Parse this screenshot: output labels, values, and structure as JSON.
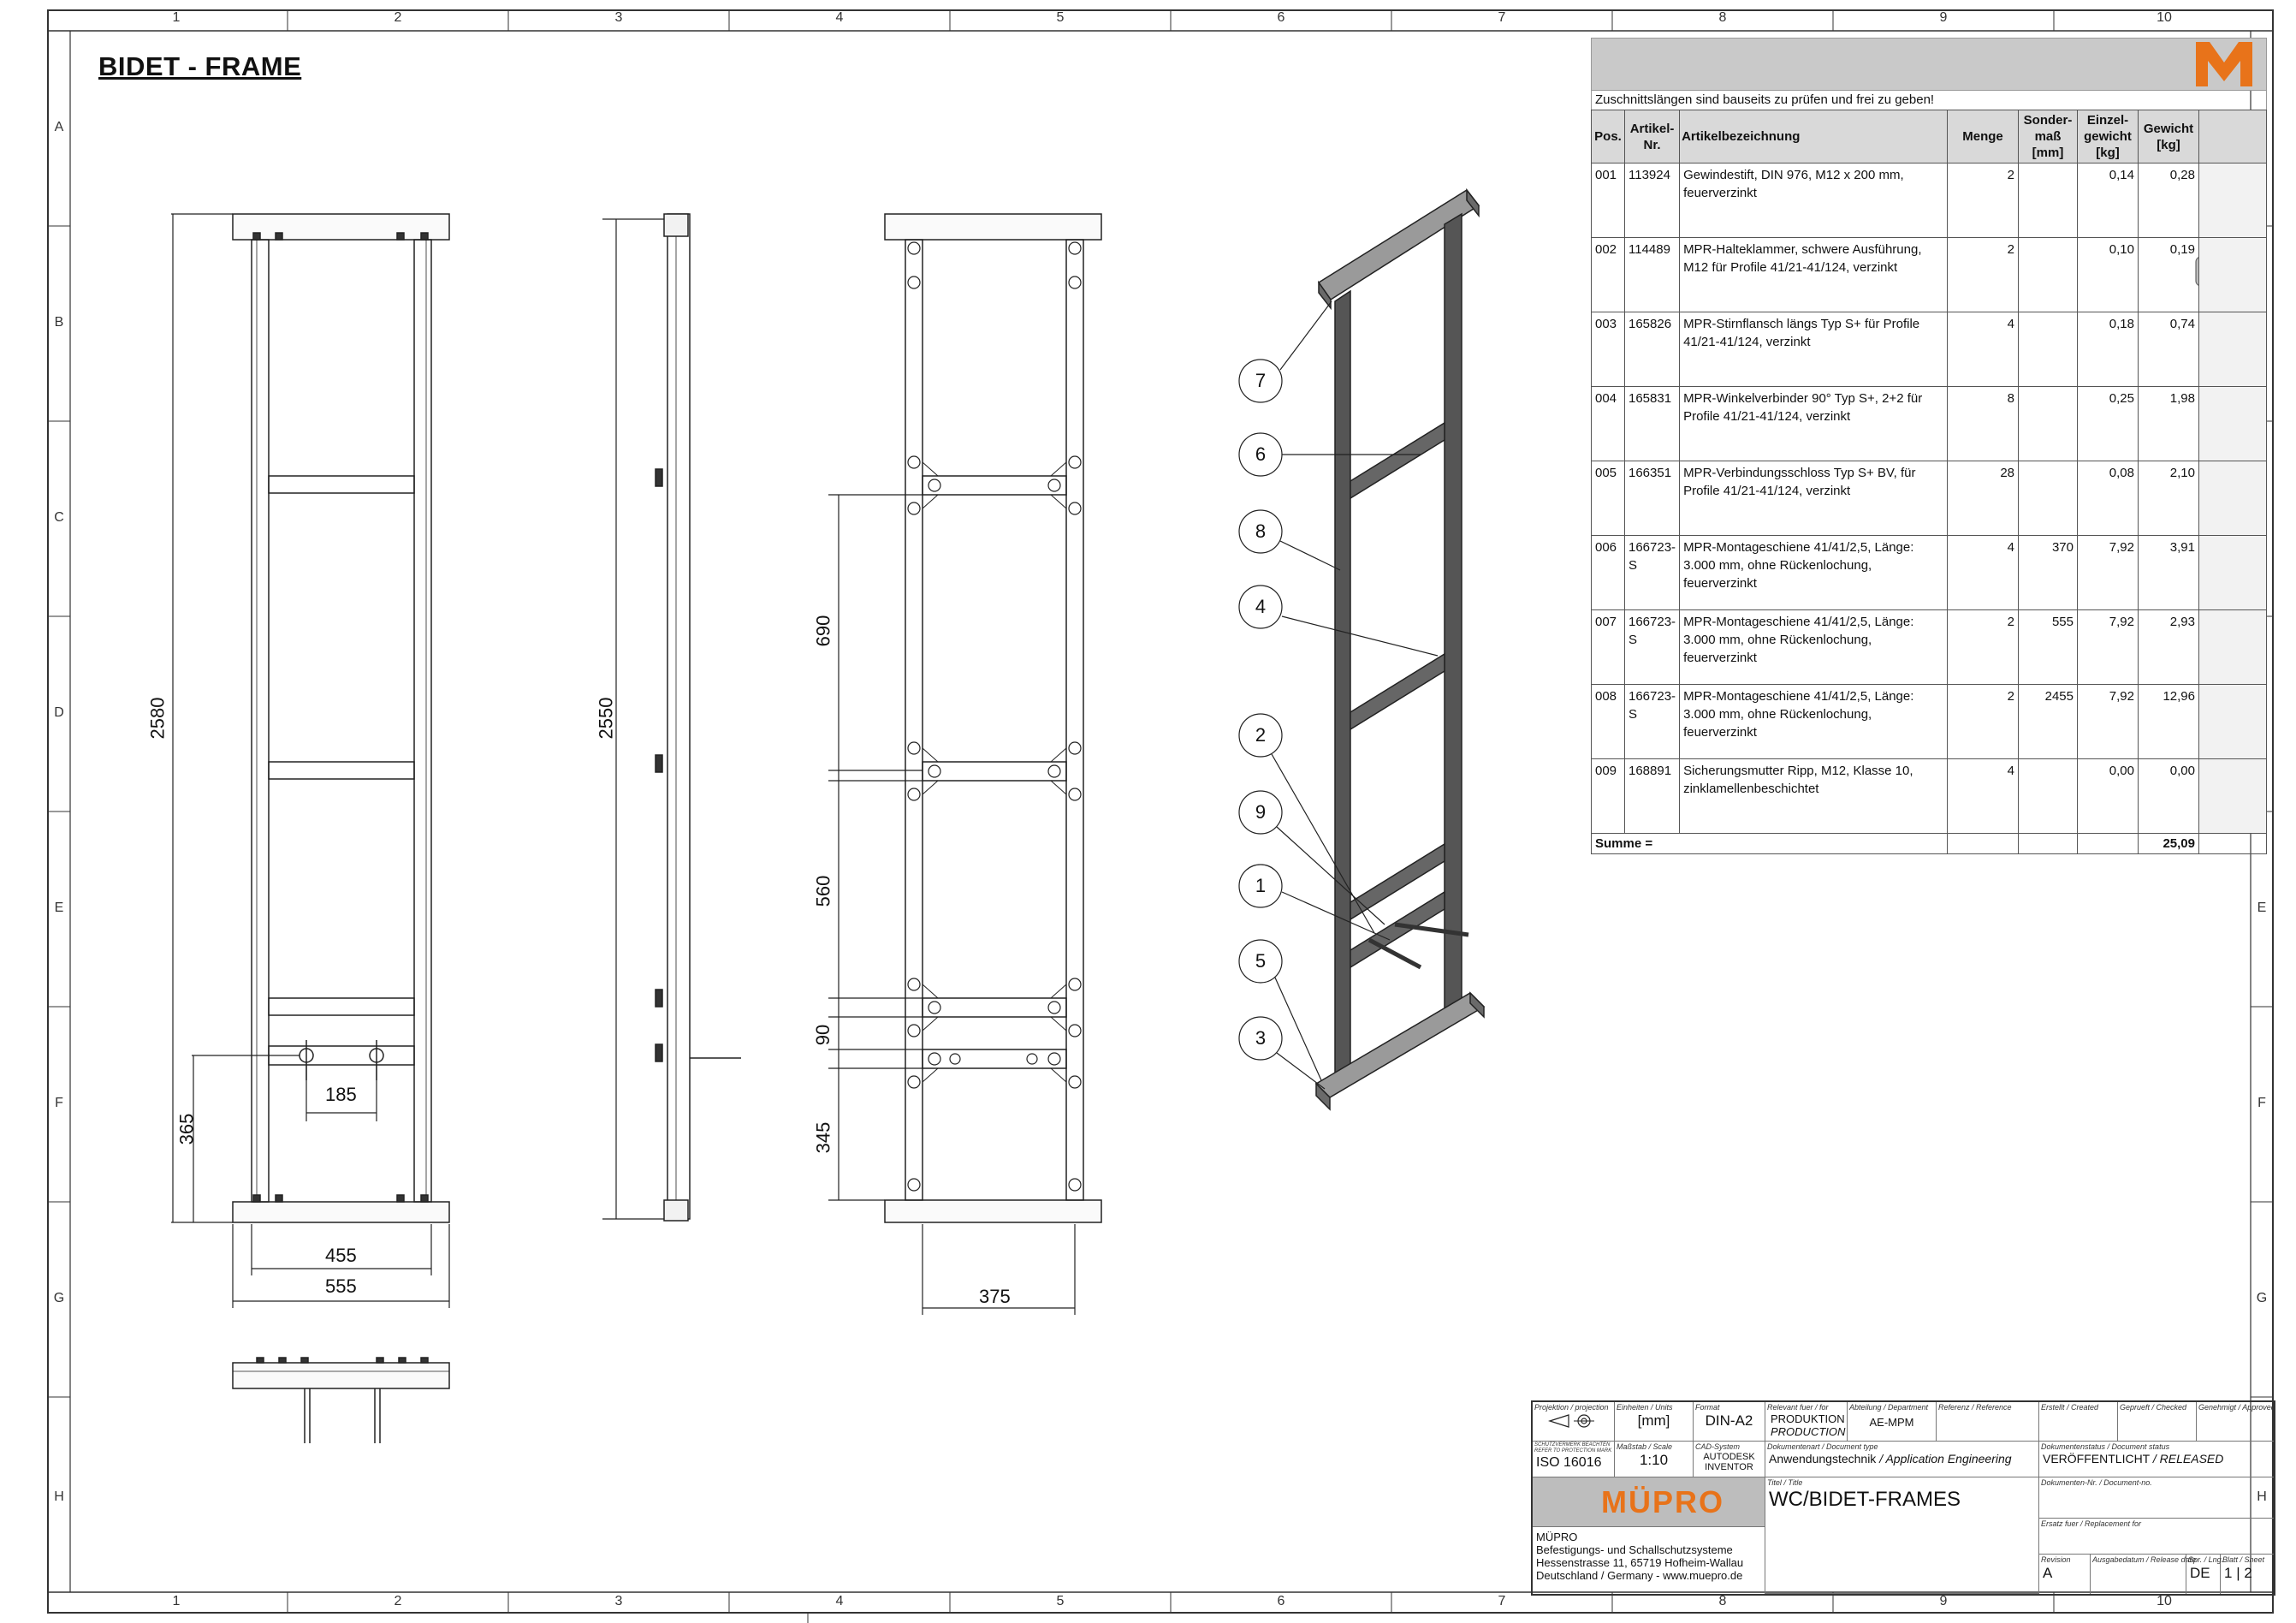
{
  "drawing_title": "BIDET - FRAME",
  "grid": {
    "columns": [
      "1",
      "2",
      "3",
      "4",
      "5",
      "6",
      "7",
      "8",
      "9",
      "10"
    ],
    "rows": [
      "A",
      "B",
      "C",
      "D",
      "E",
      "F",
      "G",
      "H"
    ]
  },
  "dimensions": {
    "front_height": "2580",
    "front_bottom": "365",
    "front_bolt_spacing": "185",
    "front_width_inner": "455",
    "front_width_outer": "555",
    "side_height": "2550",
    "rear_690": "690",
    "rear_560": "560",
    "rear_90": "90",
    "rear_345": "345",
    "rear_width": "375"
  },
  "balloons": [
    "7",
    "6",
    "8",
    "4",
    "2",
    "9",
    "1",
    "5",
    "3"
  ],
  "bom": {
    "note": "Zuschnittslängen sind bauseits zu prüfen und frei zu geben!",
    "headers": [
      "Pos.",
      "Artikel-Nr.",
      "Artikelbezeichnung",
      "Menge",
      "Sonder-maß [mm]",
      "Einzel-gewicht [kg]",
      "Gewicht [kg]",
      ""
    ],
    "rows": [
      {
        "pos": "001",
        "art": "113924",
        "desc": "Gewindestift, DIN 976, M12 x 200 mm, feuerverzinkt",
        "qty": "2",
        "special": "",
        "unit": "0,14",
        "weight": "0,28"
      },
      {
        "pos": "002",
        "art": "114489",
        "desc": "MPR-Halteklammer, schwere Ausführung, M12 für Profile 41/21-41/124, verzinkt",
        "qty": "2",
        "special": "",
        "unit": "0,10",
        "weight": "0,19"
      },
      {
        "pos": "003",
        "art": "165826",
        "desc": "MPR-Stirnflansch längs Typ S+ für Profile 41/21-41/124, verzinkt",
        "qty": "4",
        "special": "",
        "unit": "0,18",
        "weight": "0,74"
      },
      {
        "pos": "004",
        "art": "165831",
        "desc": "MPR-Winkelverbinder 90° Typ S+, 2+2 für Profile 41/21-41/124, verzinkt",
        "qty": "8",
        "special": "",
        "unit": "0,25",
        "weight": "1,98"
      },
      {
        "pos": "005",
        "art": "166351",
        "desc": "MPR-Verbindungsschloss Typ S+ BV, für Profile 41/21-41/124, verzinkt",
        "qty": "28",
        "special": "",
        "unit": "0,08",
        "weight": "2,10"
      },
      {
        "pos": "006",
        "art": "166723-S",
        "desc": "MPR-Montageschiene 41/41/2,5, Länge: 3.000 mm, ohne Rückenlochung, feuerverzinkt",
        "qty": "4",
        "special": "370",
        "unit": "7,92",
        "weight": "3,91"
      },
      {
        "pos": "007",
        "art": "166723-S",
        "desc": "MPR-Montageschiene 41/41/2,5, Länge: 3.000 mm, ohne Rückenlochung, feuerverzinkt",
        "qty": "2",
        "special": "555",
        "unit": "7,92",
        "weight": "2,93"
      },
      {
        "pos": "008",
        "art": "166723-S",
        "desc": "MPR-Montageschiene 41/41/2,5, Länge: 3.000 mm, ohne Rückenlochung, feuerverzinkt",
        "qty": "2",
        "special": "2455",
        "unit": "7,92",
        "weight": "12,96"
      },
      {
        "pos": "009",
        "art": "168891",
        "desc": "Sicherungsmutter Ripp, M12, Klasse 10, zinklamellenbeschichtet",
        "qty": "4",
        "special": "",
        "unit": "0,00",
        "weight": "0,00"
      }
    ],
    "sum_label": "Summe =",
    "sum_value": "25,09",
    "logo_letter": "M"
  },
  "title_block": {
    "projection_label": "Projektion / projection",
    "units_label": "Einheiten / Units",
    "units_value": "[mm]",
    "format_label": "Format",
    "format_value": "DIN-A2",
    "relevant_label": "Relevant fuer / for",
    "relevant_value": "PRODUKTION",
    "relevant_value_en": "PRODUCTION",
    "department_label": "Abteilung / Department",
    "department_value": "AE-MPM",
    "reference_label": "Referenz / Reference",
    "created_label": "Erstellt / Created",
    "checked_label": "Geprueft / Checked",
    "approved_label": "Genehmigt / Approved",
    "protection_label": "SCHUTZVERMERK BEACHTEN REFER TO PROTECTION MARK",
    "protection_value": "ISO 16016",
    "scale_label": "Maßstab / Scale",
    "scale_value": "1:10",
    "cad_label": "CAD-System",
    "cad_value_1": "AUTODESK",
    "cad_value_2": "INVENTOR",
    "doctype_label": "Dokumentenart / Document type",
    "doctype_value": "Anwendungstechnik",
    "doctype_value_en": "/ Application Engineering",
    "docstatus_label": "Dokumentenstatus / Document status",
    "docstatus_value": "VERÖFFENTLICHT",
    "docstatus_value_en": "/ RELEASED",
    "company_logo": "MÜPRO",
    "title_label": "Titel / Title",
    "title_value": "WC/BIDET-FRAMES",
    "docno_label": "Dokumenten-Nr. / Document-no.",
    "replacement_label": "Ersatz fuer / Replacement for",
    "company_name": "MÜPRO",
    "company_line1": "Befestigungs- und Schallschutzsysteme",
    "company_line2": "Hessenstrasse 11, 65719 Hofheim-Wallau",
    "company_line3": "Deutschland / Germany - www.muepro.de",
    "revision_label": "Revision",
    "revision_value": "A",
    "release_label": "Ausgabedatum / Release date",
    "lang_label": "Spr. / Lng.",
    "lang_value": "DE",
    "sheet_label": "Blatt / Sheet",
    "sheet_value": "1",
    "sheet_total": "2"
  },
  "colors": {
    "logo_orange": "#e8731a",
    "frame_dark": "#4a4a4a",
    "header_grey": "#c9c9c9"
  }
}
